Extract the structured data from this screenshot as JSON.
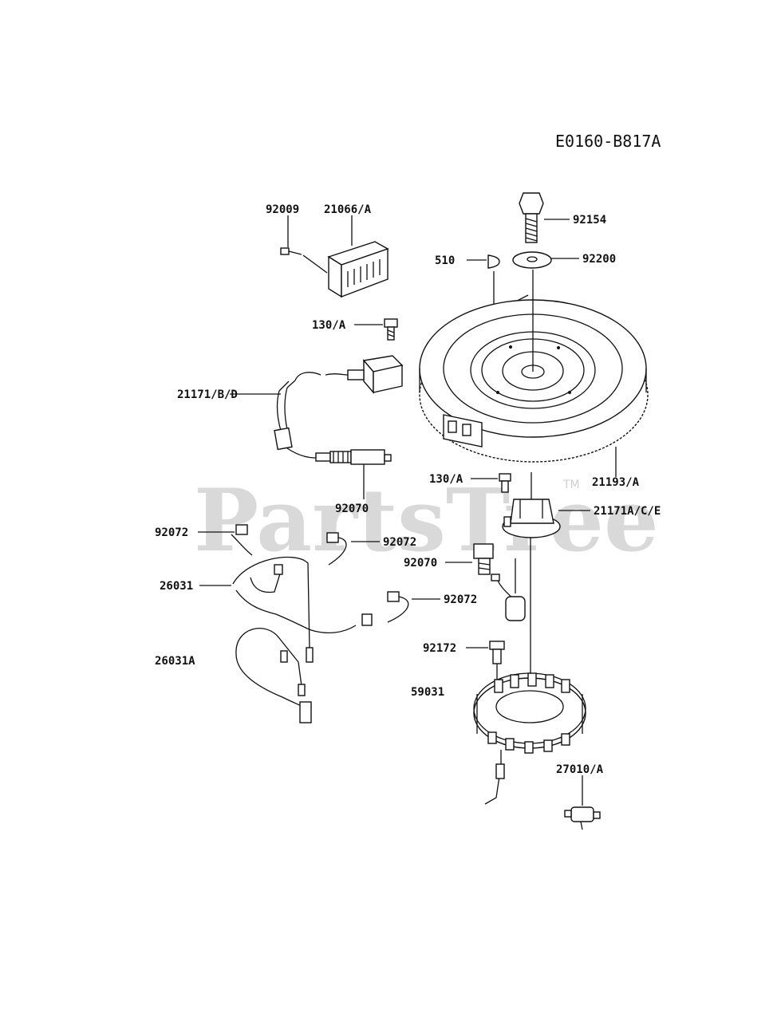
{
  "diagram_code": "E0160-B817A",
  "watermark": {
    "text": "PartsTree",
    "tm": "TM"
  },
  "labels": {
    "p92009": "92009",
    "p21066": "21066/A",
    "p92154": "92154",
    "p510": "510",
    "p92200": "92200",
    "p130a_top": "130/A",
    "p21171bd": "21171/B/D",
    "p21193": "21193/A",
    "p92070_left": "92070",
    "p130a_mid": "130/A",
    "p21171ace": "21171A/C/E",
    "p92072_a": "92072",
    "p92072_b": "92072",
    "p26031": "26031",
    "p92070_mid": "92070",
    "p92072_c": "92072",
    "p26031a": "26031A",
    "p92172": "92172",
    "p59031": "59031",
    "p27010": "27010/A"
  }
}
